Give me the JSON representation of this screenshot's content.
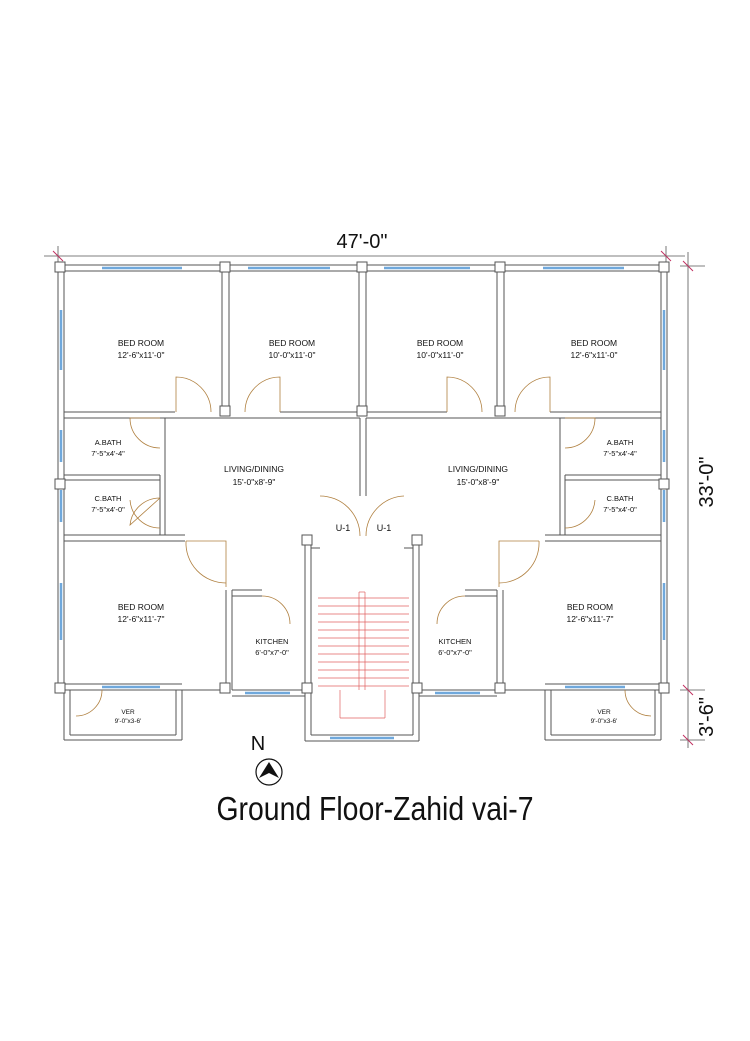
{
  "title": "Ground Floor-Zahid vai-7",
  "dimensions": {
    "width": "47'-0\"",
    "depth": "33'-0\"",
    "verandah": "3'-6\""
  },
  "north": "N",
  "rooms": {
    "bed_top_1": {
      "name": "BED ROOM",
      "size": "12'-6\"x11'-0\""
    },
    "bed_top_2": {
      "name": "BED ROOM",
      "size": "10'-0\"x11'-0\""
    },
    "bed_top_3": {
      "name": "BED ROOM",
      "size": "10'-0\"x11'-0\""
    },
    "bed_top_4": {
      "name": "BED ROOM",
      "size": "12'-6\"x11'-0\""
    },
    "abath_left": {
      "name": "A.BATH",
      "size": "7'-5\"x4'-4\""
    },
    "abath_right": {
      "name": "A.BATH",
      "size": "7'-5\"x4'-4\""
    },
    "cbath_left": {
      "name": "C.BATH",
      "size": "7'-5\"x4'-0\""
    },
    "cbath_right": {
      "name": "C.BATH",
      "size": "7'-5\"x4'-0\""
    },
    "living_left": {
      "name": "LIVING/DINING",
      "size": "15'-0\"x8'-9\""
    },
    "living_right": {
      "name": "LIVING/DINING",
      "size": "15'-0\"x8'-9\""
    },
    "unit_left": "U-1",
    "unit_right": "U-1",
    "bed_bottom_left": {
      "name": "BED ROOM",
      "size": "12'-6\"x11'-7\""
    },
    "bed_bottom_right": {
      "name": "BED ROOM",
      "size": "12'-6\"x11'-7\""
    },
    "kitchen_left": {
      "name": "KITCHEN",
      "size": "6'-0\"x7'-0\""
    },
    "kitchen_right": {
      "name": "KITCHEN",
      "size": "6'-0\"x7'-0\""
    },
    "ver_left": {
      "name": "VER",
      "size": "9'-0\"x3-6'"
    },
    "ver_right": {
      "name": "VER",
      "size": "9'-0\"x3-6'"
    }
  },
  "colors": {
    "wall": "#555555",
    "window": "#6fa8dc",
    "door": "#c8a06a",
    "stair": "#e06060",
    "dimension": "#c03060"
  }
}
